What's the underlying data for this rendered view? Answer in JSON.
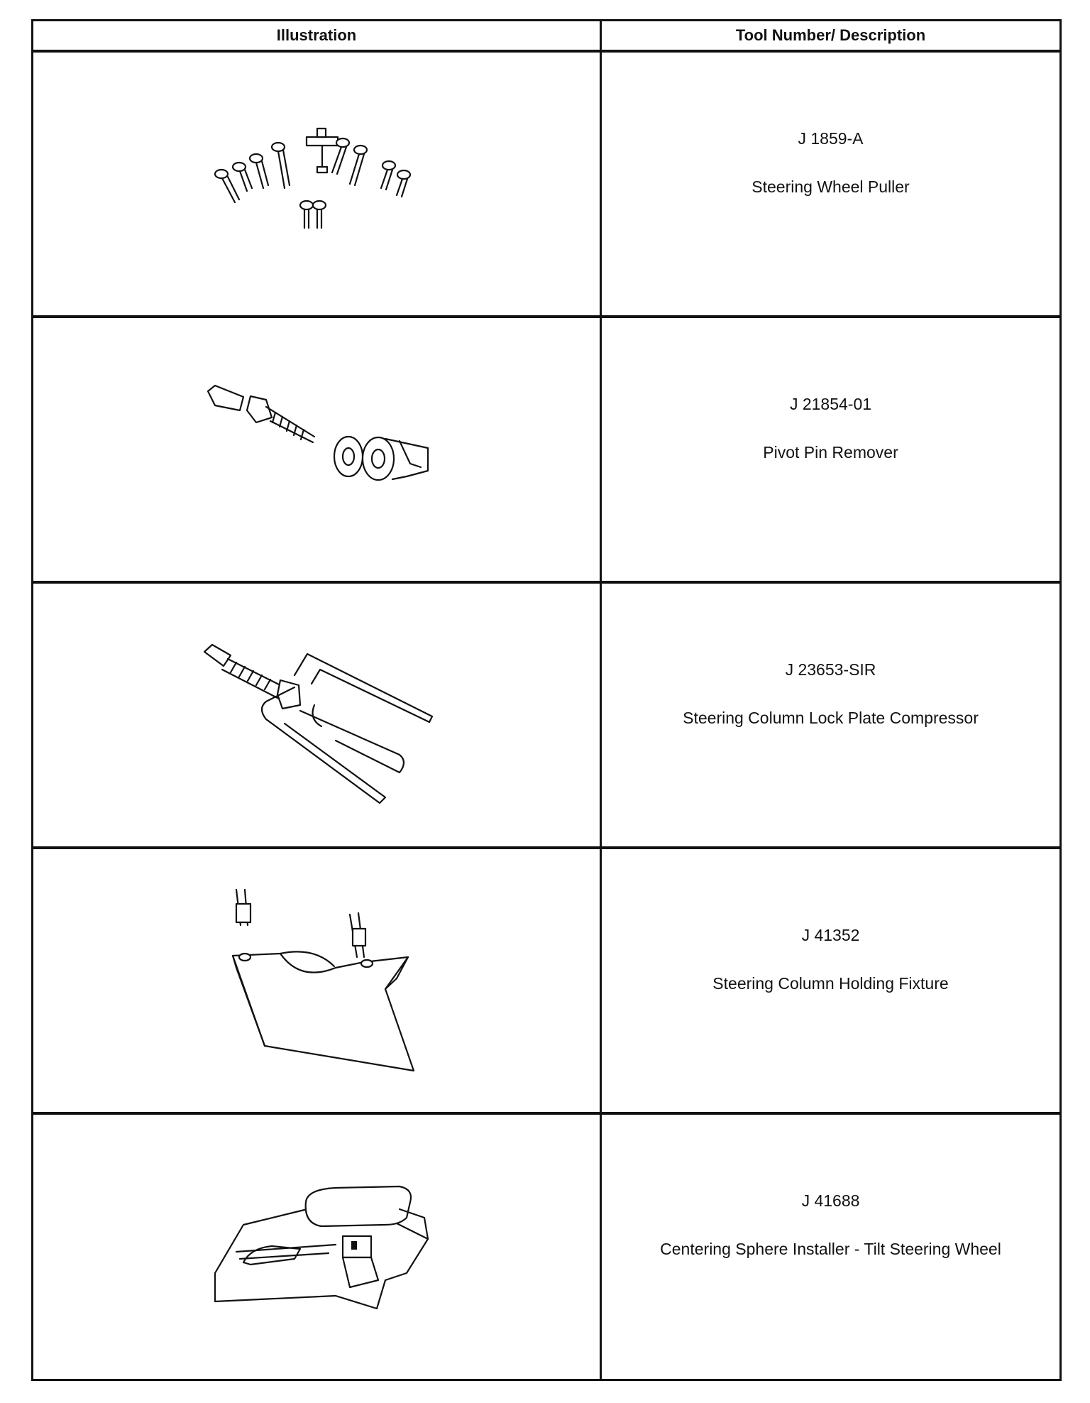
{
  "table": {
    "headers": {
      "illustration": "Illustration",
      "tool": "Tool Number/ Description"
    },
    "rows": [
      {
        "number": "J 1859-A",
        "description": "Steering Wheel Puller",
        "icon": "steering-wheel-puller-icon"
      },
      {
        "number": "J 21854-01",
        "description": "Pivot Pin Remover",
        "icon": "pivot-pin-remover-icon"
      },
      {
        "number": "J 23653-SIR",
        "description": "Steering Column Lock Plate Compressor",
        "icon": "lock-plate-compressor-icon"
      },
      {
        "number": "J 41352",
        "description": "Steering Column Holding Fixture",
        "icon": "holding-fixture-icon"
      },
      {
        "number": "J 41688",
        "description": "Centering Sphere Installer - Tilt Steering Wheel",
        "icon": "centering-sphere-installer-icon"
      }
    ]
  }
}
